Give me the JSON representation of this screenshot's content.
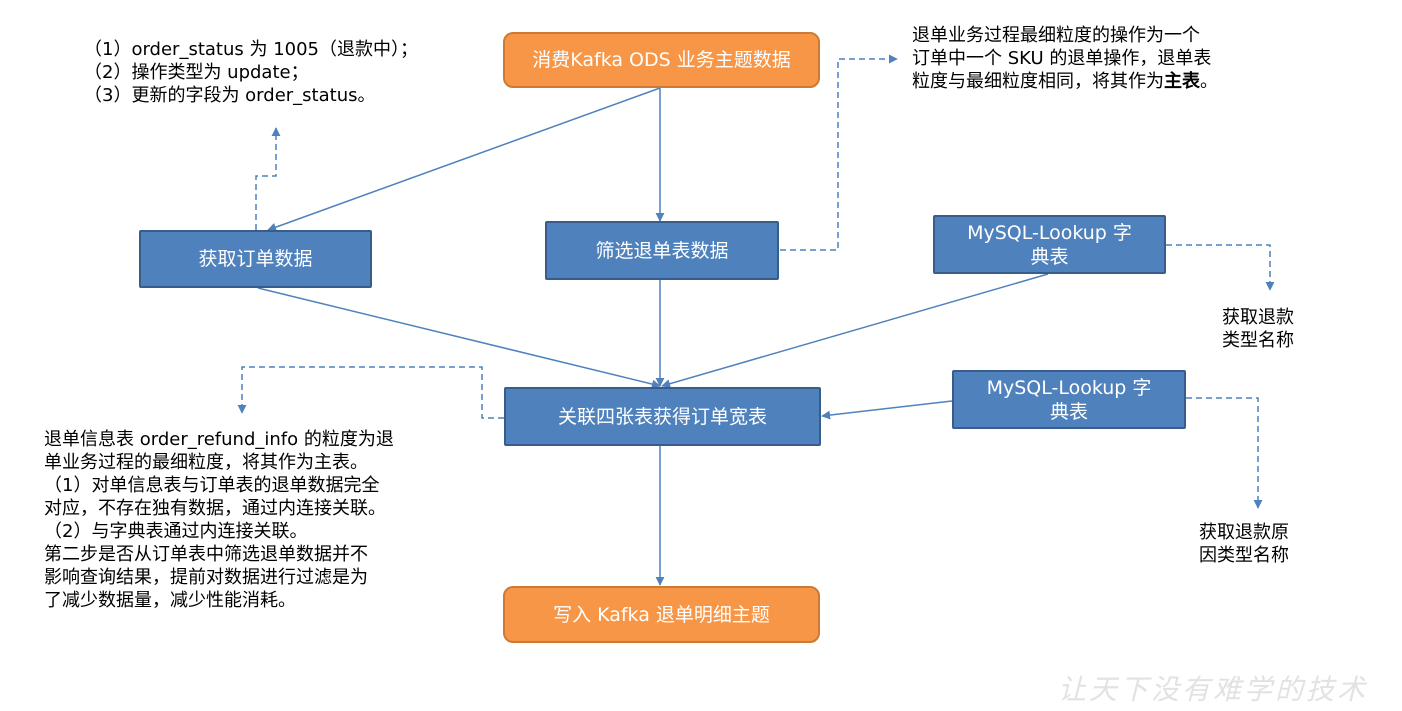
{
  "nodes": {
    "consume": "消费Kafka ODS 业务主题数据",
    "get_order": "获取订单数据",
    "filter_refund": "筛选退单表数据",
    "dict1": "MySQL-Lookup 字典表",
    "join": "关联四张表获得订单宽表",
    "dict2": "MySQL-Lookup 字典表",
    "write": "写入 Kafka 退单明细主题"
  },
  "notes": {
    "order_conditions": [
      "（1）order_status 为 1005（退款中）；",
      "（2）操作类型为 update；",
      "（3）更新的字段为 order_status。"
    ],
    "refund_grain": {
      "lines": [
        "退单业务过程最细粒度的操作为一个",
        "订单中一个 SKU 的退单操作，退单表"
      ],
      "line3_prefix": "粒度与最细粒度相同，将其作为",
      "line3_bold": "主表",
      "line3_suffix": "。"
    },
    "refund_type": [
      "获取退款",
      "类型名称"
    ],
    "refund_reason": [
      "获取退款原",
      "因类型名称"
    ],
    "join_detail": [
      "退单信息表 order_refund_info 的粒度为退",
      "单业务过程的最细粒度，将其作为主表。",
      "（1）对单信息表与订单表的退单数据完全",
      "对应，不存在独有数据，通过内连接关联。",
      "（2）与字典表通过内连接关联。",
      "第二步是否从订单表中筛选退单数据并不",
      "影响查询结果，提前对数据进行过滤是为",
      "了减少数据量，减少性能消耗。"
    ]
  },
  "watermark": "让天下没有难学的技术",
  "colors": {
    "orange_fill": "#f79646",
    "blue_fill": "#4f81bd",
    "connector": "#4f81bd"
  }
}
